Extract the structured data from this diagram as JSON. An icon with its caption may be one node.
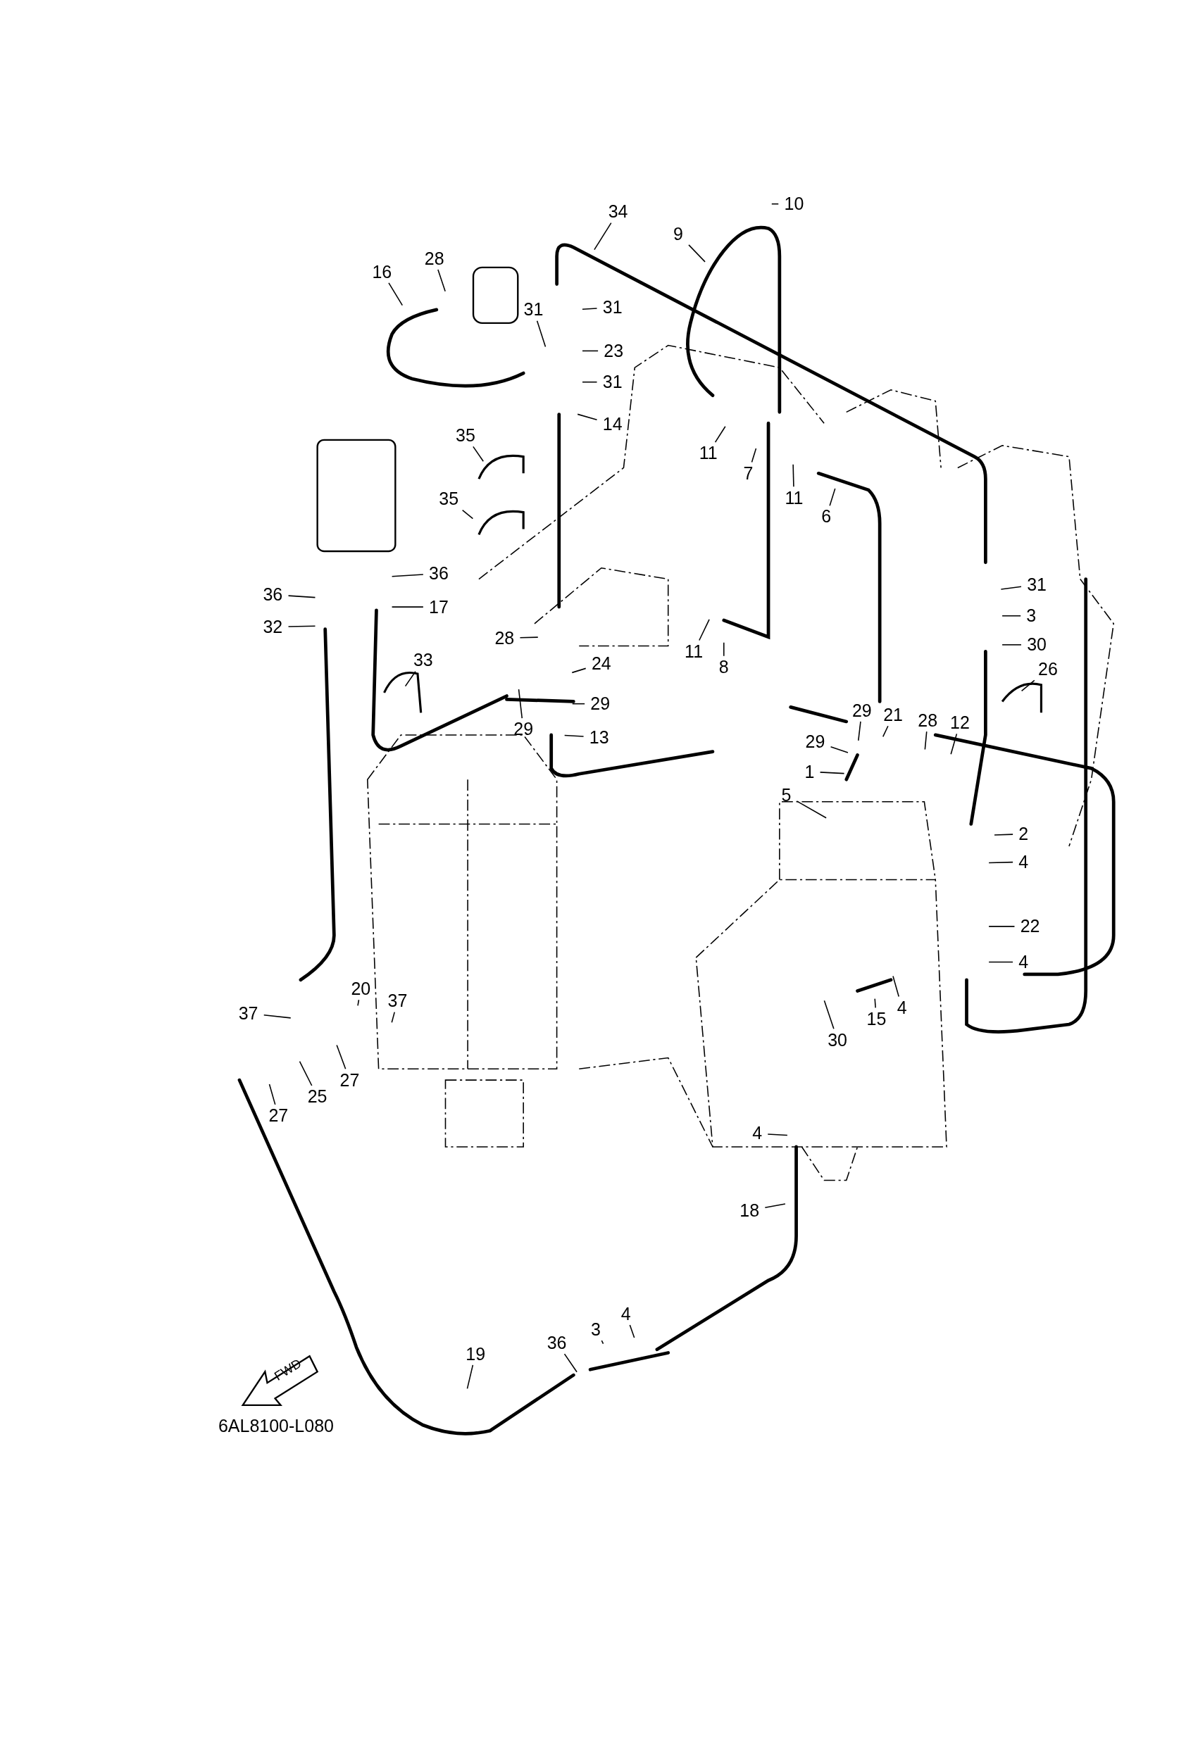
{
  "diagram": {
    "nodes": [
      {
        "text": [
          "10"
        ]
      },
      {
        "text": [
          "34"
        ]
      },
      {
        "text": [
          "9"
        ]
      },
      {
        "text": [
          "16"
        ]
      },
      {
        "text": [
          "28"
        ]
      },
      {
        "text": [
          "31"
        ]
      },
      {
        "text": [
          "31"
        ]
      },
      {
        "text": [
          "23"
        ]
      },
      {
        "text": [
          "31"
        ]
      },
      {
        "text": [
          "14"
        ]
      },
      {
        "text": [
          "11"
        ]
      },
      {
        "text": [
          "7"
        ]
      },
      {
        "text": [
          "11"
        ]
      },
      {
        "text": [
          "6"
        ]
      },
      {
        "text": [
          "35"
        ]
      },
      {
        "text": [
          "35"
        ]
      },
      {
        "text": [
          "36"
        ]
      },
      {
        "text": [
          "36"
        ]
      },
      {
        "text": [
          "32"
        ]
      },
      {
        "text": [
          "17"
        ]
      },
      {
        "text": [
          "33"
        ]
      },
      {
        "text": [
          "28"
        ]
      },
      {
        "text": [
          "24"
        ]
      },
      {
        "text": [
          "29"
        ]
      },
      {
        "text": [
          "29"
        ]
      },
      {
        "text": [
          "13"
        ]
      },
      {
        "text": [
          "11"
        ]
      },
      {
        "text": [
          "8"
        ]
      },
      {
        "text": [
          "31"
        ]
      },
      {
        "text": [
          "3"
        ]
      },
      {
        "text": [
          "30"
        ]
      },
      {
        "text": [
          "26"
        ]
      },
      {
        "text": [
          "29"
        ]
      },
      {
        "text": [
          "21"
        ]
      },
      {
        "text": [
          "28"
        ]
      },
      {
        "text": [
          "12"
        ]
      },
      {
        "text": [
          "29"
        ]
      },
      {
        "text": [
          "1"
        ]
      },
      {
        "text": [
          "5"
        ]
      },
      {
        "text": [
          "2"
        ]
      },
      {
        "text": [
          "4"
        ]
      },
      {
        "text": [
          "22"
        ]
      },
      {
        "text": [
          "4"
        ]
      },
      {
        "text": [
          "4"
        ]
      },
      {
        "text": [
          "15"
        ]
      },
      {
        "text": [
          "30"
        ]
      },
      {
        "text": [
          "20"
        ]
      },
      {
        "text": [
          "37"
        ]
      },
      {
        "text": [
          "37"
        ]
      },
      {
        "text": [
          "27"
        ]
      },
      {
        "text": [
          "25"
        ]
      },
      {
        "text": [
          "27"
        ]
      },
      {
        "text": [
          "4"
        ]
      },
      {
        "text": [
          "18"
        ]
      },
      {
        "text": [
          "3"
        ]
      },
      {
        "text": [
          "4"
        ]
      },
      {
        "text": [
          "36"
        ]
      },
      {
        "text": [
          "19"
        ]
      }
    ],
    "edges": [
      {
        "from": 0,
        "to": null,
        "arrow": "none"
      },
      {
        "from": 1,
        "to": null,
        "arrow": "none"
      },
      {
        "from": 2,
        "to": null,
        "arrow": "none"
      },
      {
        "from": 3,
        "to": null,
        "arrow": "none"
      },
      {
        "from": 4,
        "to": null,
        "arrow": "none"
      },
      {
        "from": 5,
        "to": null,
        "arrow": "none"
      },
      {
        "from": 6,
        "to": null,
        "arrow": "none"
      },
      {
        "from": 7,
        "to": null,
        "arrow": "none"
      },
      {
        "from": 8,
        "to": null,
        "arrow": "none"
      },
      {
        "from": 9,
        "to": null,
        "arrow": "none"
      },
      {
        "from": 10,
        "to": null,
        "arrow": "none"
      },
      {
        "from": 11,
        "to": null,
        "arrow": "none"
      },
      {
        "from": 12,
        "to": null,
        "arrow": "none"
      },
      {
        "from": 13,
        "to": null,
        "arrow": "none"
      },
      {
        "from": 14,
        "to": null,
        "arrow": "none"
      },
      {
        "from": 15,
        "to": null,
        "arrow": "none"
      },
      {
        "from": 16,
        "to": null,
        "arrow": "none"
      },
      {
        "from": 17,
        "to": null,
        "arrow": "none"
      },
      {
        "from": 18,
        "to": null,
        "arrow": "none"
      },
      {
        "from": 19,
        "to": null,
        "arrow": "none"
      },
      {
        "from": 20,
        "to": null,
        "arrow": "none"
      },
      {
        "from": 21,
        "to": null,
        "arrow": "none"
      },
      {
        "from": 22,
        "to": null,
        "arrow": "none"
      },
      {
        "from": 23,
        "to": null,
        "arrow": "none"
      },
      {
        "from": 24,
        "to": null,
        "arrow": "none"
      },
      {
        "from": 25,
        "to": null,
        "arrow": "none"
      },
      {
        "from": 26,
        "to": null,
        "arrow": "none"
      },
      {
        "from": 27,
        "to": null,
        "arrow": "none"
      },
      {
        "from": 28,
        "to": null,
        "arrow": "none"
      },
      {
        "from": 29,
        "to": null,
        "arrow": "none"
      },
      {
        "from": 30,
        "to": null,
        "arrow": "none"
      },
      {
        "from": 31,
        "to": null,
        "arrow": "none"
      },
      {
        "from": 32,
        "to": null,
        "arrow": "none"
      },
      {
        "from": 33,
        "to": null,
        "arrow": "none"
      },
      {
        "from": 34,
        "to": null,
        "arrow": "none"
      },
      {
        "from": 35,
        "to": null,
        "arrow": "none"
      },
      {
        "from": 36,
        "to": null,
        "arrow": "none"
      },
      {
        "from": 37,
        "to": null,
        "arrow": "none"
      },
      {
        "from": 38,
        "to": null,
        "arrow": "none"
      },
      {
        "from": 39,
        "to": null,
        "arrow": "none"
      },
      {
        "from": 40,
        "to": null,
        "arrow": "none"
      },
      {
        "from": 41,
        "to": null,
        "arrow": "none"
      },
      {
        "from": 42,
        "to": null,
        "arrow": "none"
      },
      {
        "from": 43,
        "to": null,
        "arrow": "none"
      },
      {
        "from": 44,
        "to": null,
        "arrow": "none"
      },
      {
        "from": 45,
        "to": null,
        "arrow": "none"
      },
      {
        "from": 46,
        "to": null,
        "arrow": "none"
      },
      {
        "from": 47,
        "to": null,
        "arrow": "none"
      },
      {
        "from": 48,
        "to": null,
        "arrow": "none"
      },
      {
        "from": 49,
        "to": null,
        "arrow": "none"
      },
      {
        "from": 50,
        "to": null,
        "arrow": "none"
      },
      {
        "from": 51,
        "to": null,
        "arrow": "none"
      },
      {
        "from": 52,
        "to": null,
        "arrow": "none"
      },
      {
        "from": 53,
        "to": null,
        "arrow": "none"
      },
      {
        "from": 54,
        "to": null,
        "arrow": "none"
      },
      {
        "from": 55,
        "to": null,
        "arrow": "none"
      },
      {
        "from": 56,
        "to": null,
        "arrow": "none"
      },
      {
        "from": 57,
        "to": null,
        "arrow": "none"
      }
    ],
    "labels": [
      "FWD",
      "6AL8100-L080"
    ]
  }
}
